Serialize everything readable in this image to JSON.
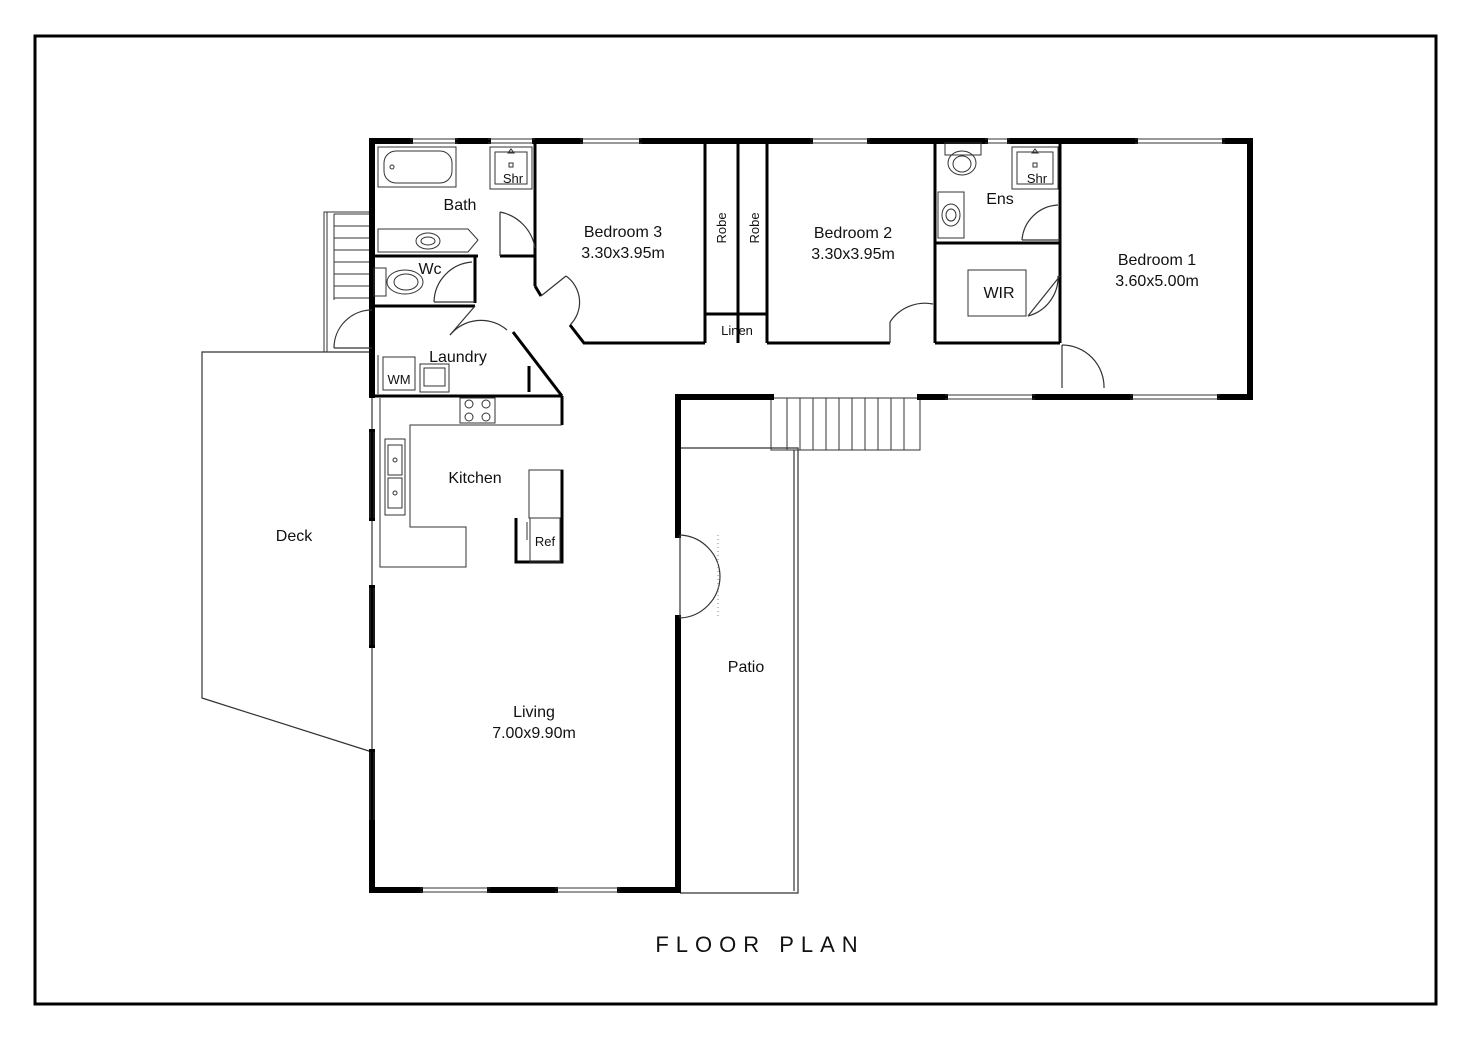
{
  "title": "FLOOR PLAN",
  "rooms": {
    "bath": {
      "name": "Bath"
    },
    "wc": {
      "name": "Wc"
    },
    "laundry": {
      "name": "Laundry"
    },
    "kitchen": {
      "name": "Kitchen"
    },
    "deck": {
      "name": "Deck"
    },
    "living": {
      "name": "Living",
      "size": "7.00x9.90m"
    },
    "patio": {
      "name": "Patio"
    },
    "bedroom3": {
      "name": "Bedroom 3",
      "size": "3.30x3.95m"
    },
    "bedroom2": {
      "name": "Bedroom 2",
      "size": "3.30x3.95m"
    },
    "bedroom1": {
      "name": "Bedroom 1",
      "size": "3.60x5.00m"
    },
    "robe_left": {
      "name": "Robe"
    },
    "robe_right": {
      "name": "Robe"
    },
    "linen": {
      "name": "Linen"
    },
    "ens": {
      "name": "Ens"
    },
    "wir": {
      "name": "WIR"
    }
  },
  "fixtures": {
    "shower_bath": "Shr",
    "shower_ens": "Shr",
    "washing_machine": "WM",
    "fridge": "Ref"
  },
  "colors": {
    "wall": "#000000",
    "thin": "#333333",
    "background": "#ffffff"
  }
}
